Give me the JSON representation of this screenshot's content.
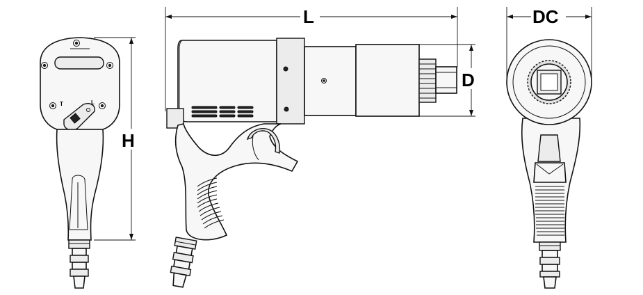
{
  "dimensions": {
    "length_label": "L",
    "height_label": "H",
    "drive_label": "D",
    "diameter_label": "DC"
  },
  "selector_marks": {
    "left_mark": "T",
    "right_mark": "L"
  },
  "views": [
    "rear-view",
    "side-view",
    "front-view"
  ],
  "colors": {
    "outline": "#111111",
    "body_fill": "#f7f7f7",
    "shade_fill": "#ececec"
  }
}
